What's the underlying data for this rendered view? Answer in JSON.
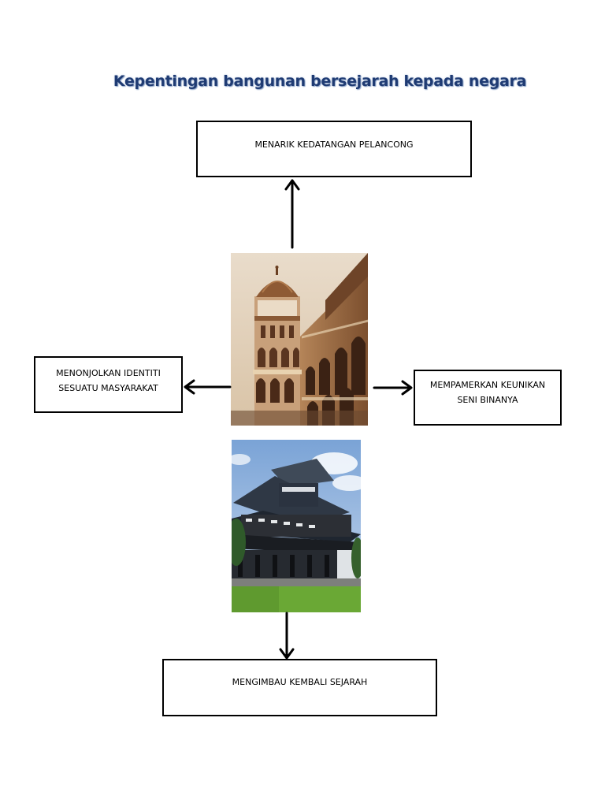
{
  "title": "Kepentingan bangunan bersejarah kepada negara",
  "boxes": {
    "top": {
      "line1": "MENARIK KEDATANGAN PELANCONG"
    },
    "left": {
      "line1": "MENONJOLKAN IDENTITI",
      "line2": "SESUATU MASYARAKAT"
    },
    "right": {
      "line1": "MEMPAMERKAN KEUNIKAN",
      "line2": "SENI BINANYA"
    },
    "bottom": {
      "line1": "MENGIMBAU KEMBALI SEJARAH"
    }
  },
  "colors": {
    "title": "#1f3b73",
    "border": "#000000",
    "arrow": "#000000"
  }
}
